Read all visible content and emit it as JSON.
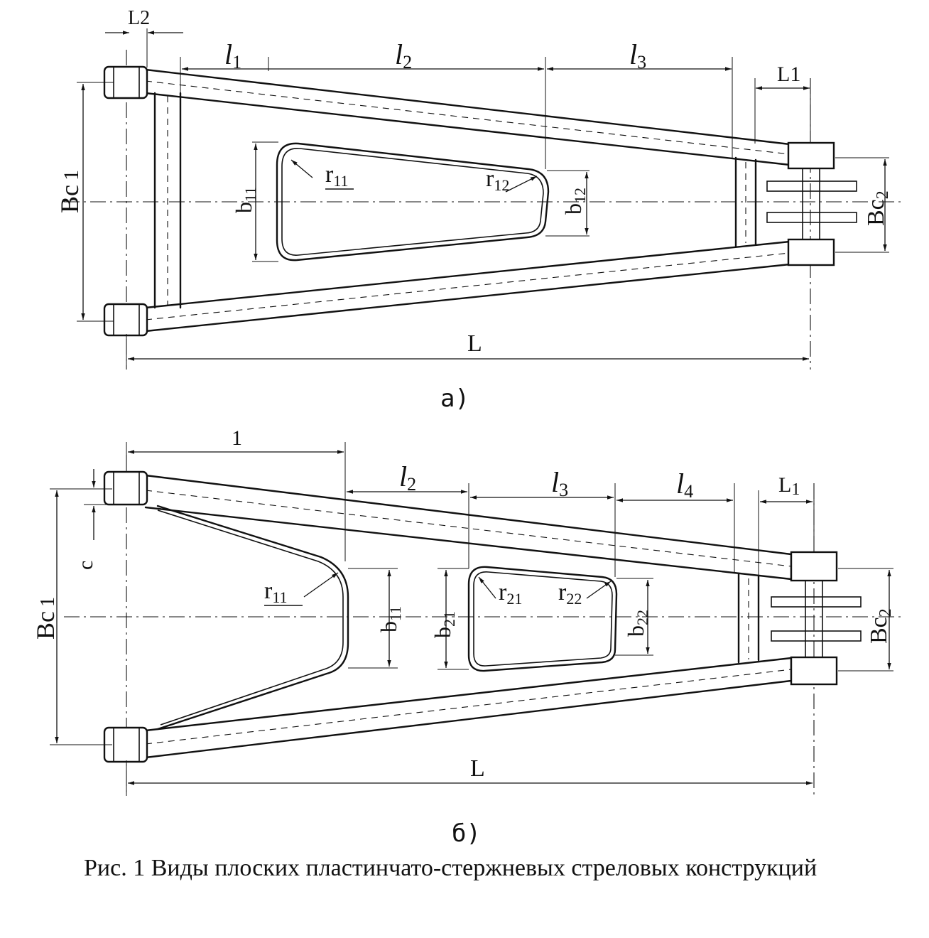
{
  "figure_a": {
    "panel_label": "а)",
    "dimensions": {
      "L2": "L2",
      "l1": "l",
      "l1_sub": "1",
      "l2": "l",
      "l2_sub": "2",
      "l3": "l",
      "l3_sub": "3",
      "L1": "L1",
      "Bc1": "Bc",
      "Bc1_sub": "1",
      "Bc2": "Bc",
      "Bc2_sub": "2",
      "b11": "b",
      "b11_sub": "11",
      "b12": "b",
      "b12_sub": "12",
      "r11": "r",
      "r11_sub": "11",
      "r12": "r",
      "r12_sub": "12",
      "L": "L"
    }
  },
  "figure_b": {
    "panel_label": "б)",
    "dimensions": {
      "l": "1",
      "l2": "l",
      "l2_sub": "2",
      "l3": "l",
      "l3_sub": "3",
      "l4": "l",
      "l4_sub": "4",
      "L1": "L",
      "L1_sub": "1",
      "Bc1": "Bc",
      "Bc1_sub": "1",
      "c": "c",
      "Bc2": "Bc",
      "Bc2_sub": "2",
      "b11": "b",
      "b11_sub": "11",
      "b21": "b",
      "b21_sub": "21",
      "b22": "b",
      "b22_sub": "22",
      "r11": "r",
      "r11_sub": "11",
      "r21": "r",
      "r21_sub": "21",
      "r22": "r",
      "r22_sub": "22",
      "L": "L"
    }
  },
  "caption": "Рис. 1 Виды плоских пластинчато-стержневых стреловых конструкций"
}
